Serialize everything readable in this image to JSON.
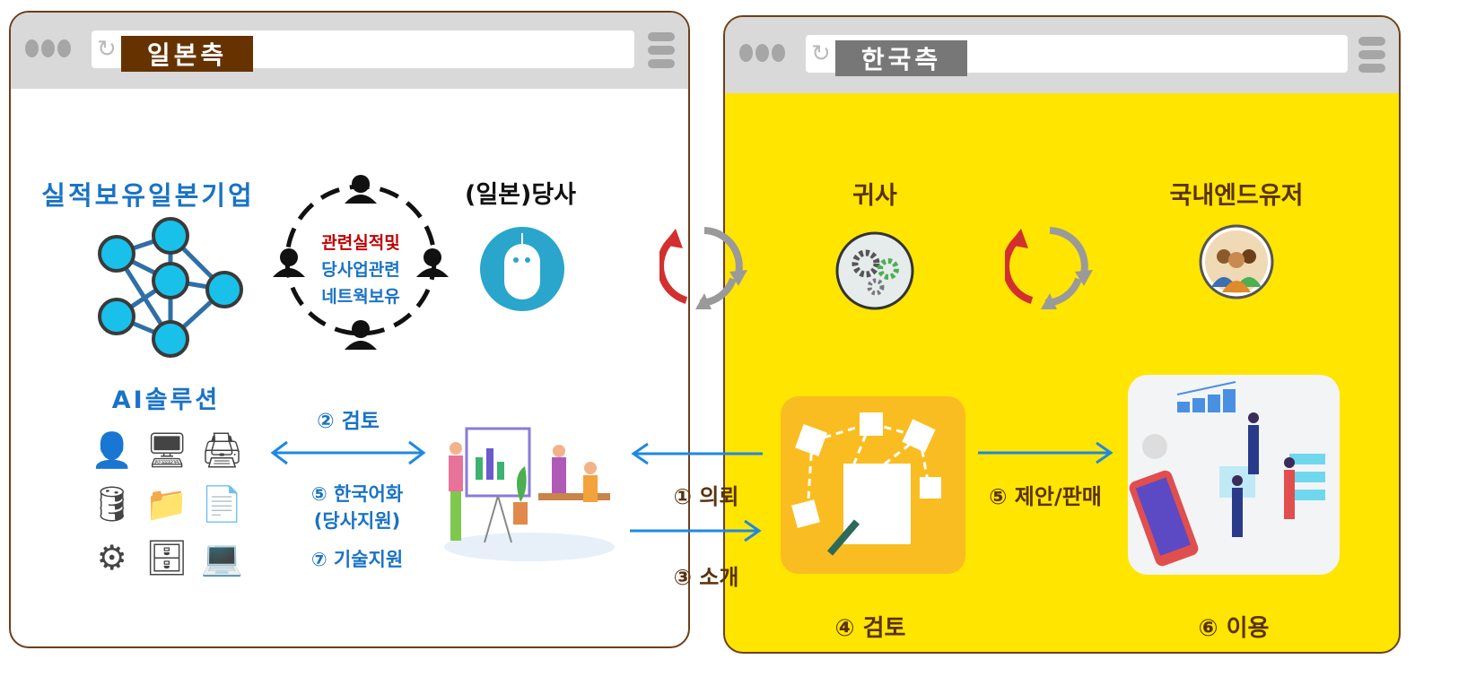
{
  "japan_window": {
    "label": "일본측",
    "label_color": "#663300"
  },
  "korea_window": {
    "label": "한국측",
    "label_color": "#777777",
    "body_color": "#ffe500"
  },
  "japan": {
    "companies_title": "실적보유일본기업",
    "network_lines": [
      "관련실적및",
      "당사업관련",
      "네트웍보유"
    ],
    "our_company": "(일본)당사",
    "ai_solution": "AI솔루션",
    "step2": "② 검토",
    "step5a": "⑤ 한국어화",
    "step5b": "(당사지원)",
    "step7": "⑦ 기술지원"
  },
  "flows": {
    "step1": "① 의뢰",
    "step3": "③ 소개"
  },
  "korea": {
    "your_company": "귀사",
    "end_users": "국내엔드유저",
    "step4": "④ 검토",
    "step5": "⑤ 제안/판매",
    "step6": "⑥ 이용"
  },
  "colors": {
    "blue_text": "#1a73c4",
    "brown_text": "#5a320c",
    "arrow": "#1e88e5",
    "orange_box": "#f9bd22"
  }
}
